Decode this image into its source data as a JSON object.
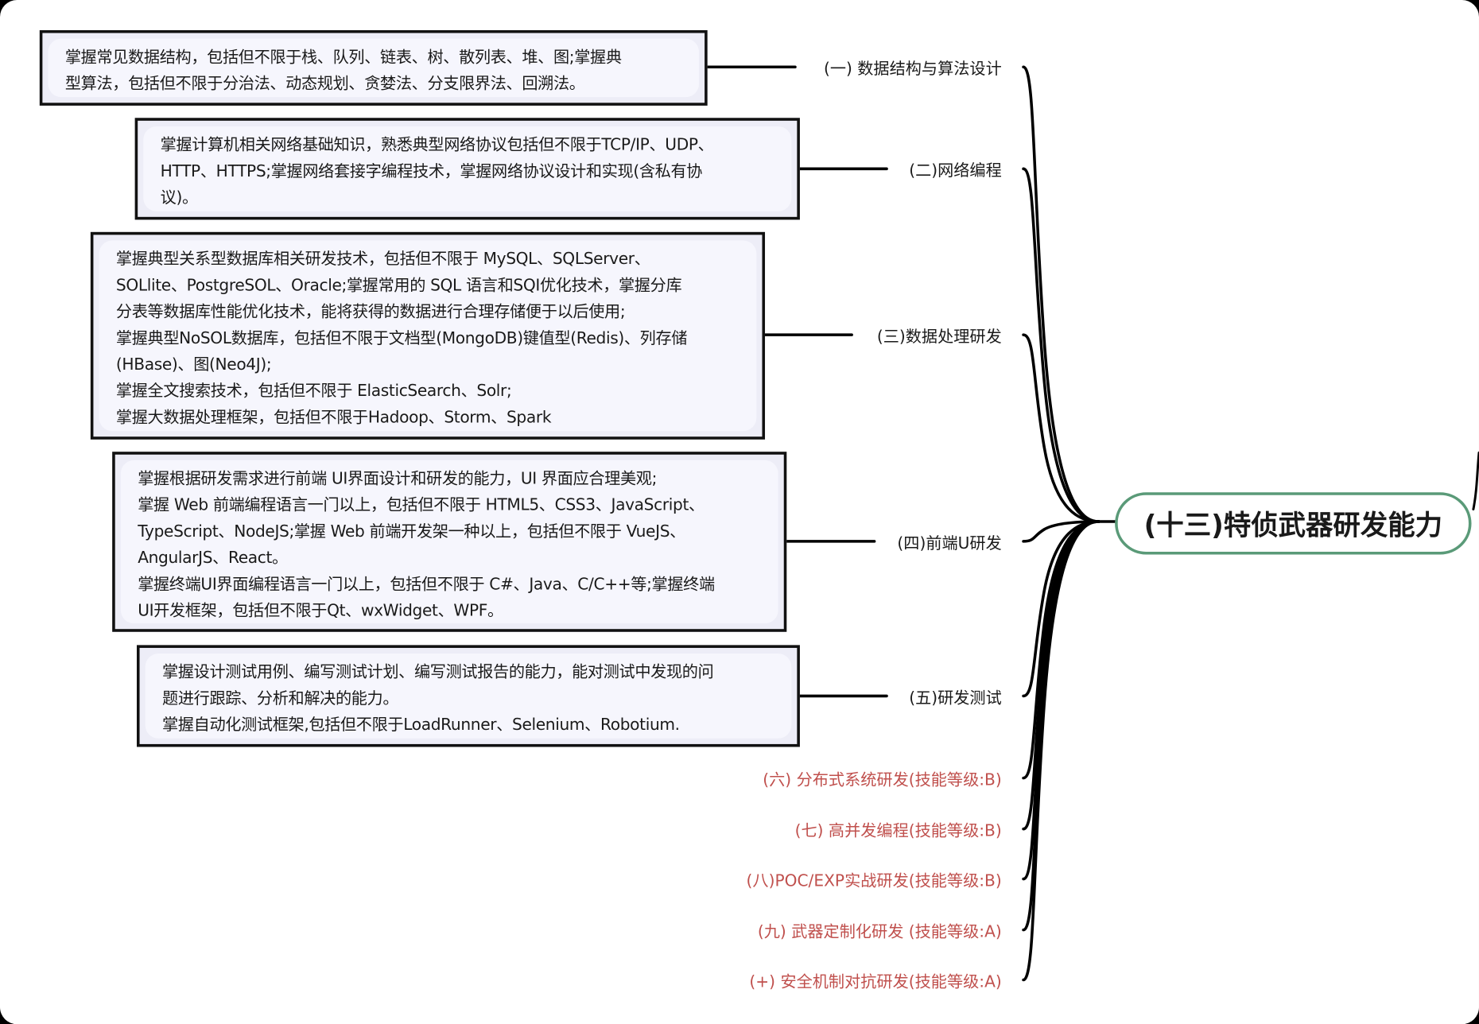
{
  "root": {
    "title": "(十三)特侦武器研发能力",
    "border_color": "#5a9a78"
  },
  "branches": [
    {
      "label": "(一) 数据结构与算法设计",
      "detail": [
        "掌握常见数据结构，包括但不限于栈、队列、链表、树、散列表、堆、图;掌握典",
        "型算法，包括但不限于分治法、动态规划、贪婪法、分支限界法、回溯法。"
      ]
    },
    {
      "label": "(二)网络编程",
      "detail": [
        "掌握计算机相关网络基础知识，熟悉典型网络协议包括但不限于TCP/IP、UDP、",
        "HTTP、HTTPS;掌握网络套接字编程技术，掌握网络协议设计和实现(含私有协",
        "议)。"
      ]
    },
    {
      "label": "(三)数据处理研发",
      "detail": [
        "掌握典型关系型数据库相关研发技术，包括但不限于 MySQL、SQLServer、",
        "SOLlite、PostgreSOL、Oracle;掌握常用的 SQL 语言和SQI优化技术，掌握分库",
        "分表等数据库性能优化技术，能将获得的数据进行合理存储便于以后使用;",
        "掌握典型NoSOL数据库，包括但不限于文档型(MongoDB)键值型(Redis)、列存储",
        "(HBase)、图(Neo4J);",
        "掌握全文搜索技术，包括但不限于 ElasticSearch、Solr;",
        "掌握大数据处理框架，包括但不限于Hadoop、Storm、Spark"
      ]
    },
    {
      "label": "(四)前端U研发",
      "detail": [
        "掌握根据研发需求进行前端 UI界面设计和研发的能力，UI 界面应合理美观;",
        "掌握 Web 前端编程语言一门以上，包括但不限于 HTML5、CSS3、JavaScript、",
        "TypeScript、NodeJS;掌握 Web 前端开发架一种以上，包括但不限于 VueJS、",
        "AngularJS、React。",
        "掌握终端UI界面编程语言一门以上，包括但不限于 C#、Java、C/C++等;掌握终端",
        "UI开发框架，包括但不限于Qt、wxWidget、WPF。"
      ]
    },
    {
      "label": "(五)研发测试",
      "detail": [
        "掌握设计测试用例、编写测试计划、编写测试报告的能力，能对测试中发现的问",
        "题进行跟踪、分析和解决的能力。",
        "掌握自动化测试框架,包括但不限于LoadRunner、Selenium、Robotium."
      ]
    },
    {
      "label": "(六) 分布式系统研发(技能等级:B)"
    },
    {
      "label": "(七) 高并发编程(技能等级:B)"
    },
    {
      "label": "(八)POC/EXP实战研发(技能等级:B)"
    },
    {
      "label": "(九) 武器定制化研发 (技能等级:A)"
    },
    {
      "label": "(+) 安全机制对抗研发(技能等级:A)"
    }
  ],
  "colors": {
    "collapsed_label": "#c0504d",
    "line": "#000000"
  }
}
